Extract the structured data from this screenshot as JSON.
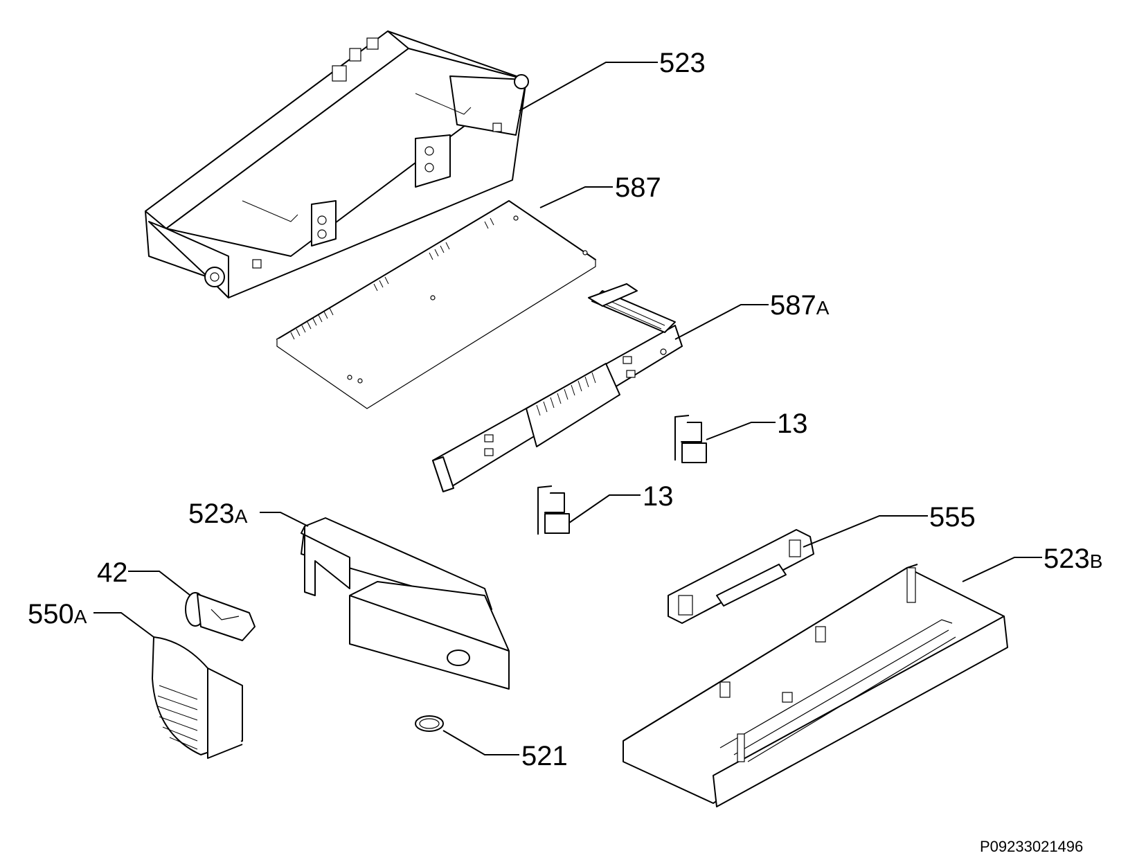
{
  "labels": {
    "p523": {
      "num": "523",
      "suffix": ""
    },
    "p587": {
      "num": "587",
      "suffix": ""
    },
    "p587a": {
      "num": "587",
      "suffix": "A"
    },
    "p13a": {
      "num": "13",
      "suffix": ""
    },
    "p13b": {
      "num": "13",
      "suffix": ""
    },
    "p523a": {
      "num": "523",
      "suffix": "A"
    },
    "p555": {
      "num": "555",
      "suffix": ""
    },
    "p523b": {
      "num": "523",
      "suffix": "B"
    },
    "p42": {
      "num": "42",
      "suffix": ""
    },
    "p550a": {
      "num": "550",
      "suffix": "A"
    },
    "p521": {
      "num": "521",
      "suffix": ""
    }
  },
  "drawing_code": "P09233021496"
}
